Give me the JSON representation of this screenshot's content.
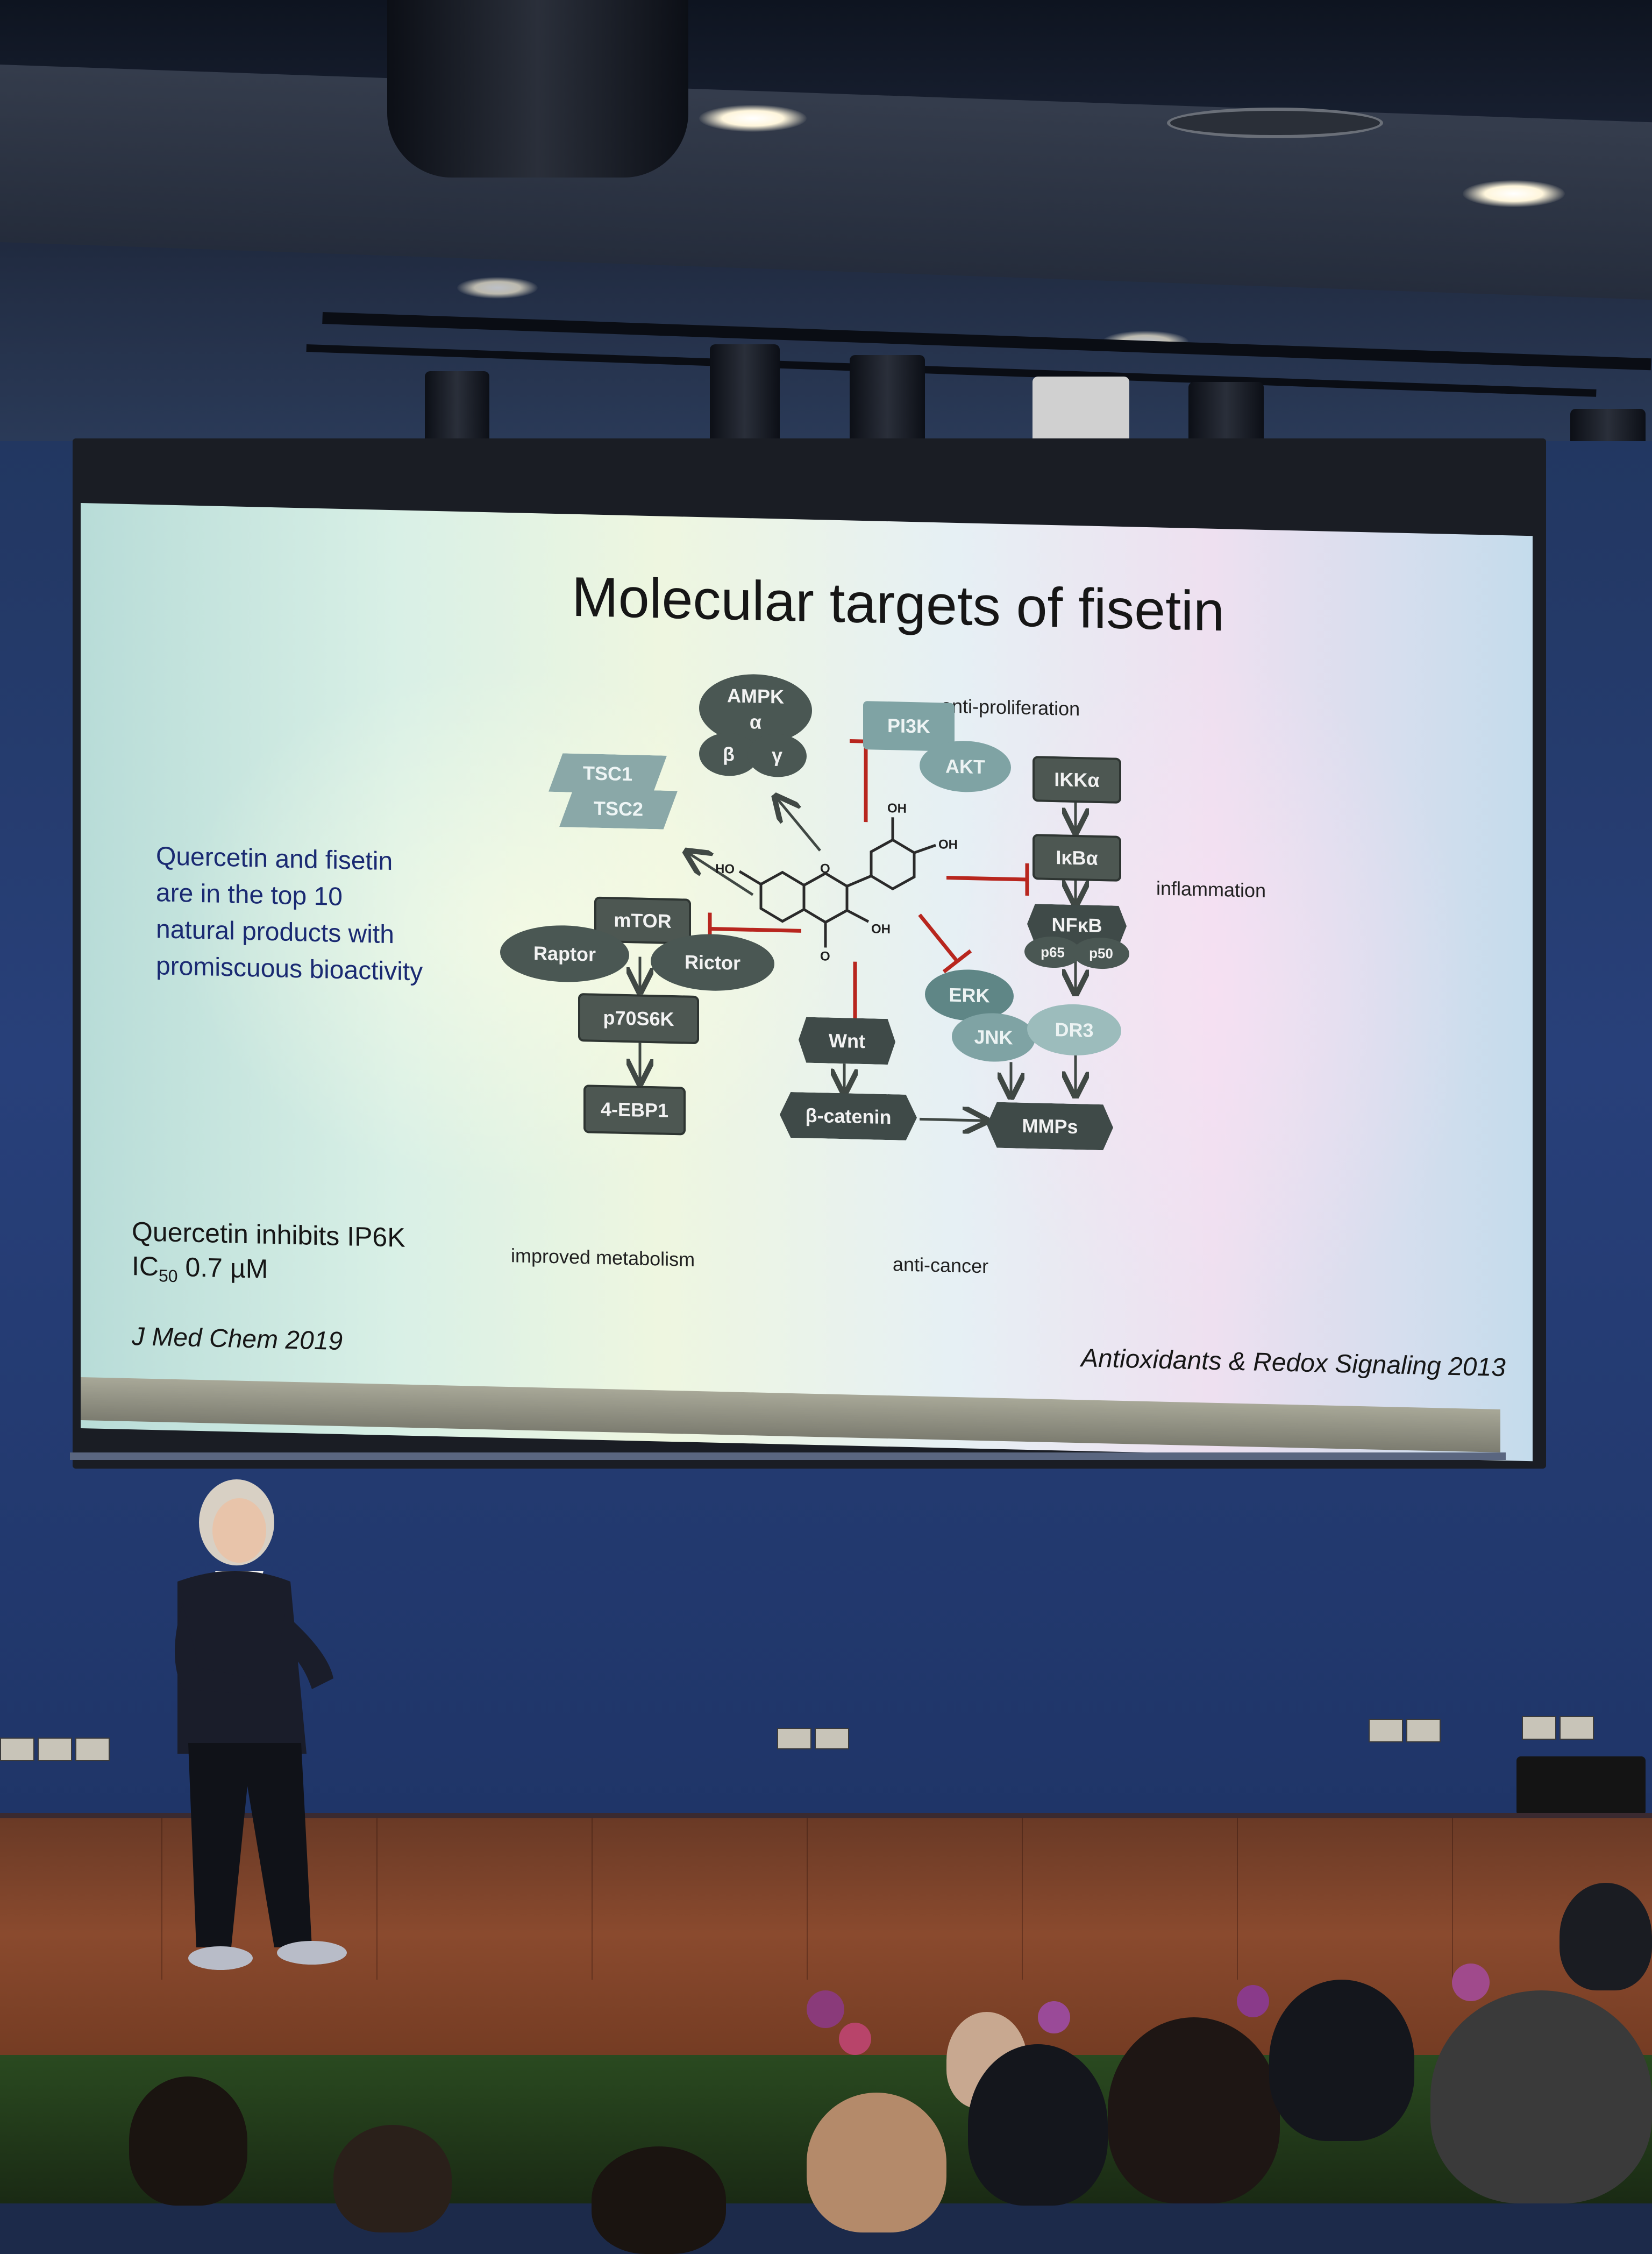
{
  "slide": {
    "title": "Molecular targets of fisetin",
    "left_note": [
      "Quercetin and fisetin",
      "are in the top 10",
      "natural products with",
      "promiscuous bioactivity"
    ],
    "ip6k_note": {
      "line1": "Quercetin inhibits IP6K",
      "line2_prefix": "IC",
      "line2_sub": "50",
      "line2_suffix": " 0.7 µM"
    },
    "citation_left": "J Med Chem 2019",
    "citation_right": "Antioxidants & Redox Signaling 2013",
    "section_labels": {
      "anti_proliferation": "anti-proliferation",
      "inflammation": "inflammation",
      "improved_metabolism": "improved metabolism",
      "anti_cancer": "anti-cancer"
    },
    "nodes": {
      "ampk": "AMPK",
      "alpha": "α",
      "beta": "β",
      "gamma": "γ",
      "tsc1": "TSC1",
      "tsc2": "TSC2",
      "pi3k": "PI3K",
      "akt": "AKT",
      "ikka": "IKKα",
      "ikba": "IκBα",
      "nfkb": "NFκB",
      "p65": "p65",
      "p50": "p50",
      "mtor": "mTOR",
      "raptor": "Raptor",
      "rictor": "Rictor",
      "p70s6k": "p70S6K",
      "ebp1": "4-EBP1",
      "wnt": "Wnt",
      "bcatenin": "β-catenin",
      "erk": "ERK",
      "jnk": "JNK",
      "dr3": "DR3",
      "mmps": "MMPs"
    },
    "molecule_labels": {
      "ho": "HO",
      "oh1": "OH",
      "oh2": "OH",
      "oh3": "OH",
      "o_ring": "O",
      "o_carbonyl": "O"
    }
  },
  "colors": {
    "inhibit_red": "#b8261e",
    "arrow_grey": "#404844",
    "node_dark": "#4d5752",
    "node_light": "#7fa3a4",
    "wall_blue": "#28407a",
    "stage_wood": "#8a4a2e"
  }
}
